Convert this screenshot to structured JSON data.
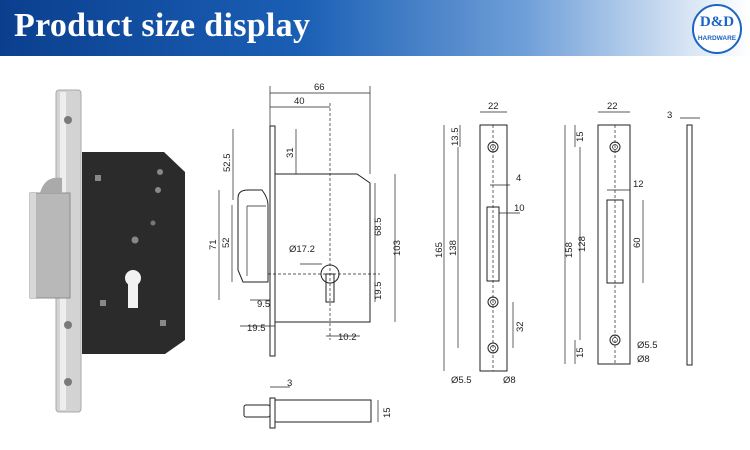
{
  "banner": {
    "title": "Product size display"
  },
  "logo": {
    "brand": "D&D",
    "sub": "HARDWARE"
  },
  "colors": {
    "banner_start": "#0b3f8e",
    "banner_mid": "#6f9fd8",
    "logo": "#1c64c4",
    "lock_body": "#2a2a2a",
    "steel": "#c9c9c9"
  },
  "dimensions": {
    "body": [
      "66",
      "40",
      "31",
      "52.5",
      "71",
      "52",
      "68.5",
      "103",
      "Ø17.2",
      "19.5",
      "9.5",
      "19.5",
      "10.2"
    ],
    "bolt": [
      "3",
      "15"
    ],
    "faceplate": [
      "22",
      "13.5",
      "4",
      "10",
      "165",
      "138",
      "32",
      "Ø5.5",
      "Ø8"
    ],
    "strike": [
      "22",
      "15",
      "12",
      "158",
      "128",
      "60",
      "15",
      "Ø5.5",
      "Ø8"
    ],
    "side": [
      "3"
    ]
  }
}
